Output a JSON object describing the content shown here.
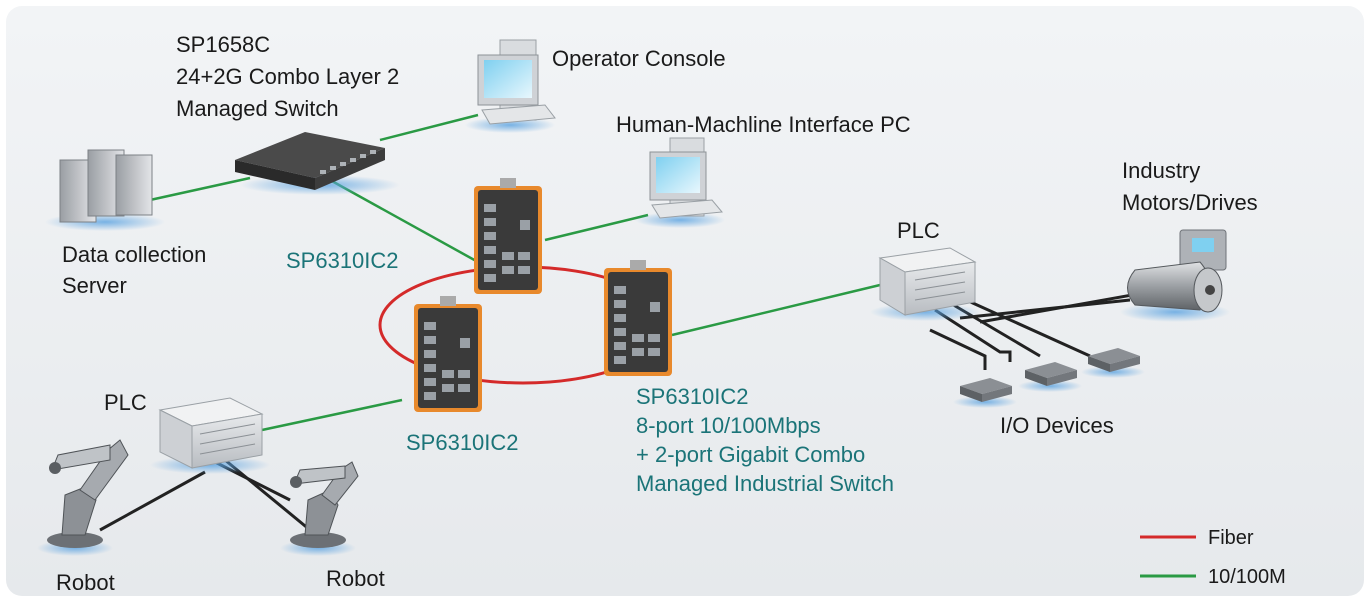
{
  "devices": {
    "core_switch": {
      "model": "SP1658C",
      "desc_line1": "24+2G Combo Layer 2",
      "desc_line2": "Managed Switch"
    },
    "operator_console": "Operator Console",
    "hmi_pc": "Human-Machline Interface PC",
    "server": {
      "line1": "Data collection",
      "line2": "Server"
    },
    "ring_switch_top": "SP6310IC2",
    "ring_switch_left": "SP6310IC2",
    "ring_switch_right": {
      "model": "SP6310IC2",
      "desc_line1": "8-port 10/100Mbps",
      "desc_line2": "+ 2-port Gigabit Combo",
      "desc_line3": "Managed Industrial Switch"
    },
    "plc_right": "PLC",
    "plc_left": "PLC",
    "motors": {
      "line1": "Industry",
      "line2": "Motors/Drives"
    },
    "io_devices": "I/O Devices",
    "robot_1": "Robot",
    "robot_2": "Robot"
  },
  "legend": {
    "fiber": "Fiber",
    "copper": "10/100M"
  },
  "colors": {
    "background_panel": "#edf0f3",
    "fiber": "#d42a2a",
    "copper": "#2a9a44",
    "teal_text": "#1b7478",
    "switch_orange": "#e8892c"
  }
}
